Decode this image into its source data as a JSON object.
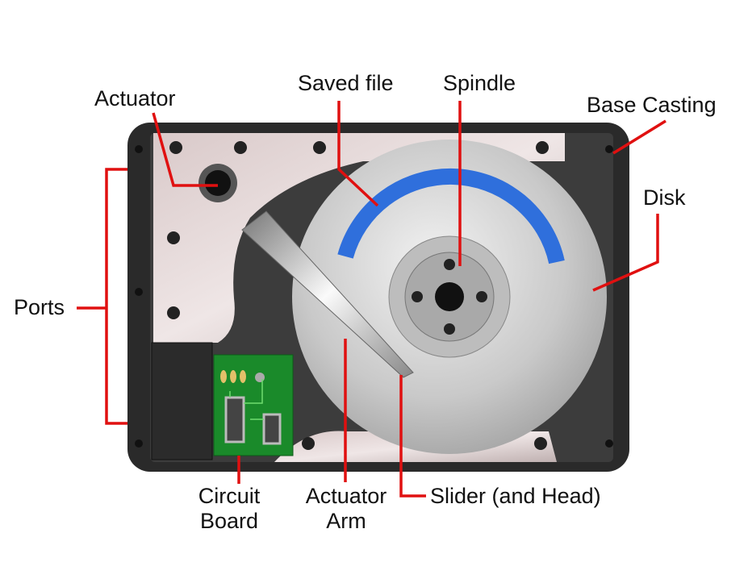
{
  "labels": {
    "actuator": "Actuator",
    "saved_file": "Saved file",
    "spindle": "Spindle",
    "base_casting": "Base Casting",
    "disk": "Disk",
    "ports": "Ports",
    "circuit_board_1": "Circuit",
    "circuit_board_2": "Board",
    "actuator_arm_1": "Actuator",
    "actuator_arm_2": "Arm",
    "slider": "Slider (and Head)"
  },
  "colors": {
    "leader_line": "#e01010",
    "saved_file_arc": "#2f6fdc",
    "circuit_board": "#1a8a2a",
    "casing": "#2a2a2a"
  }
}
